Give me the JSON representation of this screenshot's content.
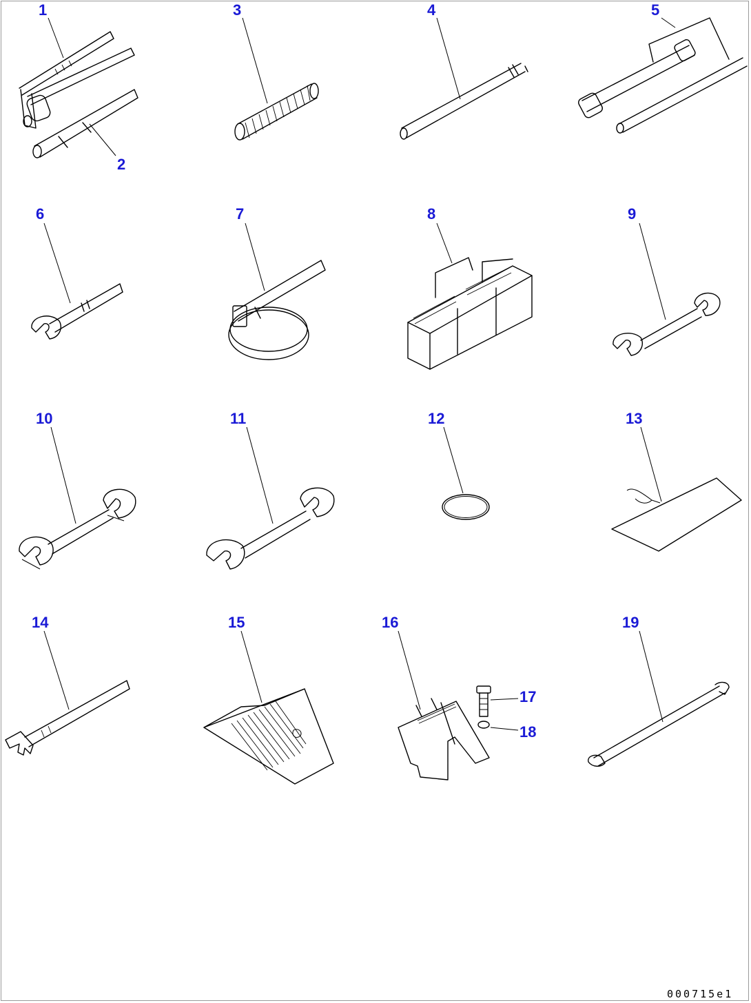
{
  "callouts": [
    "1",
    "2",
    "3",
    "4",
    "5",
    "6",
    "7",
    "8",
    "9",
    "10",
    "11",
    "12",
    "13",
    "14",
    "15",
    "16",
    "17",
    "18",
    "19"
  ],
  "drawing_number": "000715e1",
  "colors": {
    "callout": "#1a1ad6",
    "line": "#000000",
    "border": "#9a9a9a"
  }
}
